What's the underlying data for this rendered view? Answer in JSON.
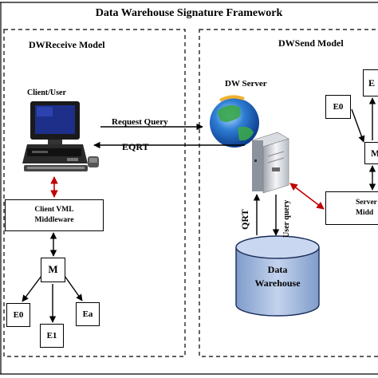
{
  "title": "Data Warehouse Signature Framework",
  "receive_model": {
    "label": "DWReceive Model",
    "client": "Client/User",
    "middleware": [
      "Client VML",
      "Middleware"
    ],
    "m_node": "M",
    "e_nodes": [
      "E0",
      "E1",
      "Ea"
    ]
  },
  "send_model": {
    "label": "DWSend Model",
    "server": "DW Server",
    "server_middleware": [
      "Server",
      "Midd"
    ],
    "m_node": "M",
    "e_nodes": [
      "E0",
      "E"
    ]
  },
  "flows": {
    "request_query": "Request Query",
    "eqrt": "EQRT",
    "qrt": "QRT",
    "user_query": "User query"
  },
  "database": [
    "Data",
    "Warehouse"
  ],
  "colors": {
    "link_red": "#c00000",
    "monitor_dark": "#1a1a1a",
    "screen": "#1e2f8a",
    "cylinder": "#9fb6dc",
    "cylinder_top": "#c9d8f0"
  }
}
